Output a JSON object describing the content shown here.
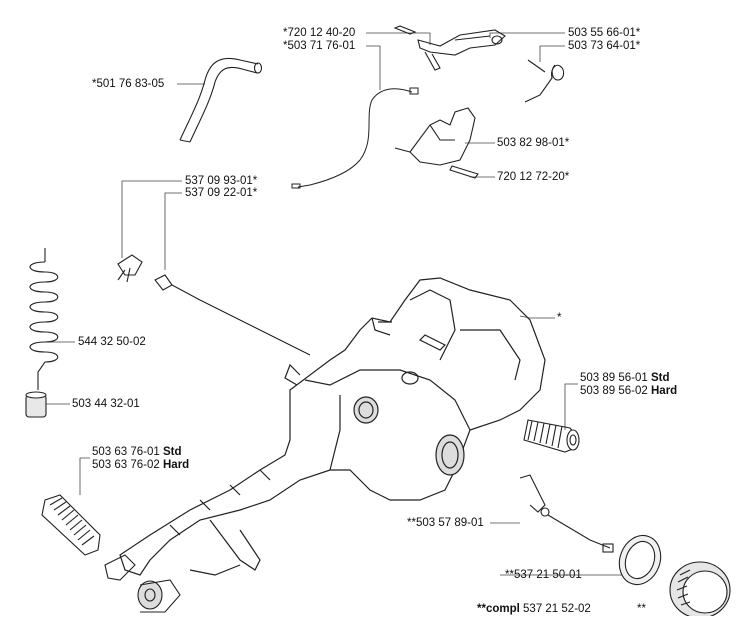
{
  "labels": {
    "l_720_12_40_20": "*720 12 40-20",
    "l_503_71_76_01": "*503 71 76-01",
    "l_501_76_83_05": "*501 76 83-05",
    "l_503_55_66_01": "503 55 66-01*",
    "l_503_73_64_01": "503 73 64-01*",
    "l_503_82_98_01": "503 82 98-01*",
    "l_720_12_72_20": "720 12 72-20*",
    "l_537_09_93_01": "537 09 93-01*",
    "l_537_09_22_01": "537 09 22-01*",
    "l_544_32_50_02": "544 32 50-02",
    "l_503_44_32_01": "503 44 32-01",
    "l_star": "*",
    "l_503_89_56_01": "503 89 56-01",
    "l_503_89_56_02": "503 89 56-02",
    "l_503_63_76_01": "503 63 76-01",
    "l_503_63_76_02": "503 63 76-02",
    "l_503_57_89_01": "**503 57 89-01",
    "l_537_21_50_01": "**537 21 50-01",
    "l_compl_prefix": "**compl",
    "l_537_21_52_02": "537 21 52-02",
    "l_double_star": "**",
    "std": "Std",
    "hard": "Hard"
  }
}
